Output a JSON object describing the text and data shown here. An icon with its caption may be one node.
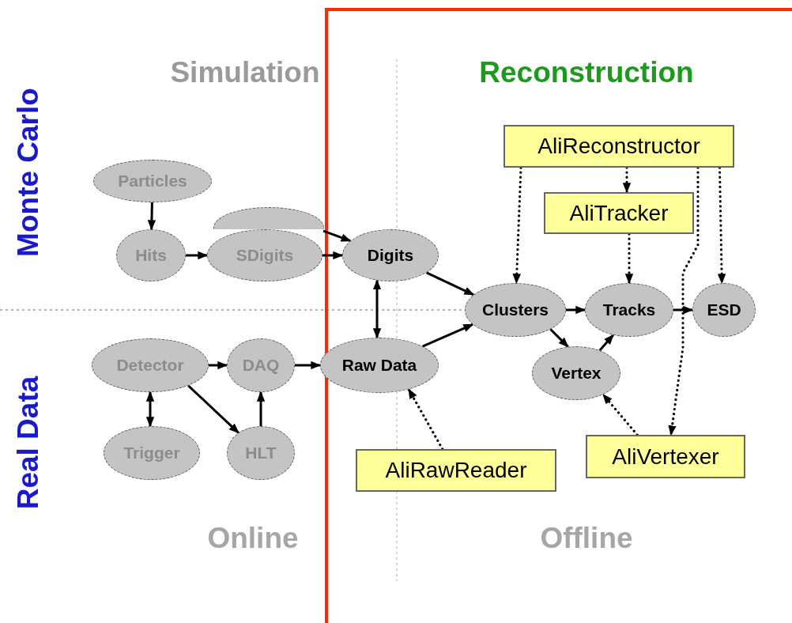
{
  "diagram": {
    "nodes": [
      {
        "text": [
          "Particles"
        ]
      },
      {
        "text": [
          "Hits"
        ]
      },
      {
        "text": [],
        "shape": "ellipse"
      },
      {
        "text": [
          "SDigits"
        ]
      },
      {
        "text": [
          "Digits"
        ]
      },
      {
        "text": [
          "Detector"
        ]
      },
      {
        "text": [
          "DAQ"
        ]
      },
      {
        "text": [
          "Raw Data"
        ]
      },
      {
        "text": [
          "Trigger"
        ]
      },
      {
        "text": [
          "HLT"
        ]
      },
      {
        "text": [
          "AliReconstructor"
        ]
      },
      {
        "text": [
          "AliTracker"
        ]
      },
      {
        "text": [
          "Clusters"
        ]
      },
      {
        "text": [
          "Tracks"
        ]
      },
      {
        "text": [
          "ESD"
        ]
      },
      {
        "text": [
          "Vertex"
        ]
      },
      {
        "text": [
          "AliRawReader"
        ]
      },
      {
        "text": [
          "AliVertexer"
        ]
      }
    ],
    "edges": [
      {
        "from": 0,
        "to": 1,
        "arrow": "to"
      },
      {
        "from": 1,
        "to": 3,
        "arrow": "to"
      },
      {
        "from": 2,
        "to": 4,
        "arrow": "to"
      },
      {
        "from": 3,
        "to": 4,
        "arrow": "to"
      },
      {
        "from": 4,
        "to": 7,
        "arrow": "both"
      },
      {
        "from": 5,
        "to": 6,
        "arrow": "to"
      },
      {
        "from": 6,
        "to": 7,
        "arrow": "to"
      },
      {
        "from": 5,
        "to": 8,
        "arrow": "both"
      },
      {
        "from": 5,
        "to": 9,
        "arrow": "to"
      },
      {
        "from": 9,
        "to": 6,
        "arrow": "to"
      },
      {
        "from": 4,
        "to": 12,
        "arrow": "to"
      },
      {
        "from": 7,
        "to": 12,
        "arrow": "to"
      },
      {
        "from": 12,
        "to": 13,
        "arrow": "to"
      },
      {
        "from": 13,
        "to": 14,
        "arrow": "to"
      },
      {
        "from": 12,
        "to": 15,
        "arrow": "to"
      },
      {
        "from": 15,
        "to": 13,
        "arrow": "to"
      },
      {
        "from": 10,
        "to": 12,
        "arrow": "to",
        "style": "dashed"
      },
      {
        "from": 10,
        "to": 11,
        "arrow": "to",
        "style": "dashed"
      },
      {
        "from": 10,
        "to": 14,
        "arrow": "to",
        "style": "dashed"
      },
      {
        "from": 10,
        "to": 17,
        "arrow": "to",
        "style": "dashed"
      },
      {
        "from": 11,
        "to": 13,
        "arrow": "to",
        "style": "dashed"
      },
      {
        "from": 17,
        "to": 15,
        "arrow": "to",
        "style": "dashed"
      },
      {
        "from": 16,
        "to": 7,
        "arrow": "to",
        "style": "dashed"
      }
    ],
    "labels": [
      "Simulation",
      "Reconstruction",
      "Monte Carlo",
      "Real Data",
      "Online",
      "Offline"
    ]
  }
}
